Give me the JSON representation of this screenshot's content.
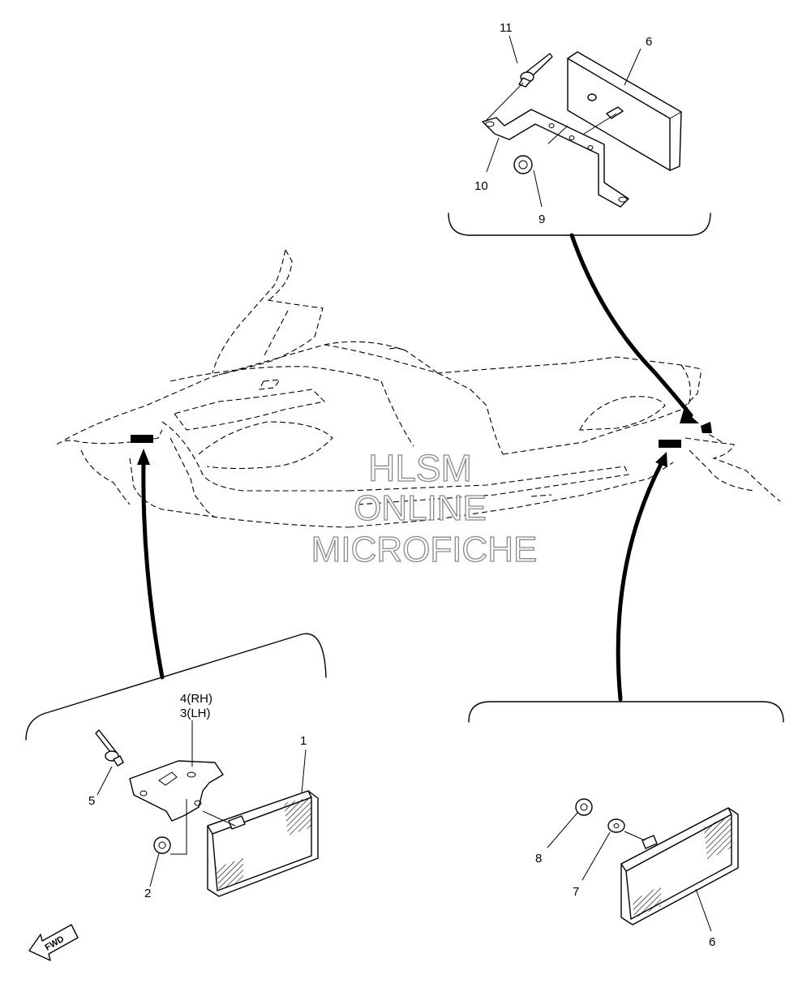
{
  "callouts": {
    "p1": "1",
    "p2": "2",
    "p3": "3(LH)",
    "p4": "4(RH)",
    "p5": "5",
    "p6_top": "6",
    "p6_bottom": "6",
    "p7": "7",
    "p8": "8",
    "p9": "9",
    "p10": "10",
    "p11": "11"
  },
  "direction_badge": "FWD",
  "watermark": {
    "line1": "HLSM",
    "line2": "ONLINE",
    "line3": "MICROFICHE"
  }
}
